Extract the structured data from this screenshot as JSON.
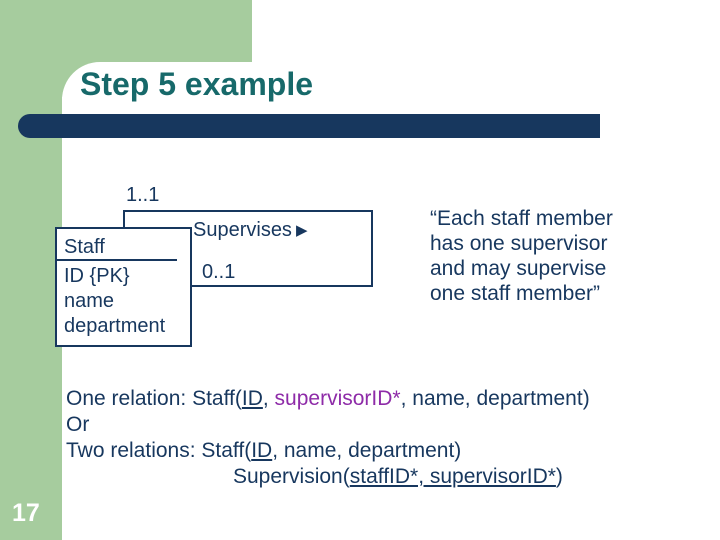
{
  "slide": {
    "title": "Step 5 example",
    "page_number": "17"
  },
  "diagram": {
    "multiplicity_top": "1..1",
    "relationship": {
      "name": "Supervises",
      "arrow": "▶",
      "multiplicity": "0..1"
    },
    "entity": {
      "name": "Staff",
      "attributes": [
        "ID {PK}",
        "name",
        "department"
      ]
    }
  },
  "quote": {
    "lines": [
      "“Each staff member",
      "has one supervisor",
      "and may supervise",
      "one staff member”"
    ]
  },
  "relations": {
    "one": {
      "prefix": "One relation: Staff(",
      "pk": "ID",
      "comma": ", ",
      "fk": "supervisorID*",
      "suffix": ", name, department)"
    },
    "or_label": "Or",
    "two": {
      "prefix": "Two relations: Staff(",
      "pk": "ID",
      "suffix": ", name, department)"
    },
    "supervision": {
      "prefix": "Supervision(",
      "underlined": "staffID*, supervisorID*",
      "suffix": ")"
    }
  },
  "colors": {
    "accent_green": "#A6CC9E",
    "navy": "#17375E",
    "teal": "#17696A",
    "purple": "#8E2BA8",
    "white": "#FFFFFF"
  }
}
